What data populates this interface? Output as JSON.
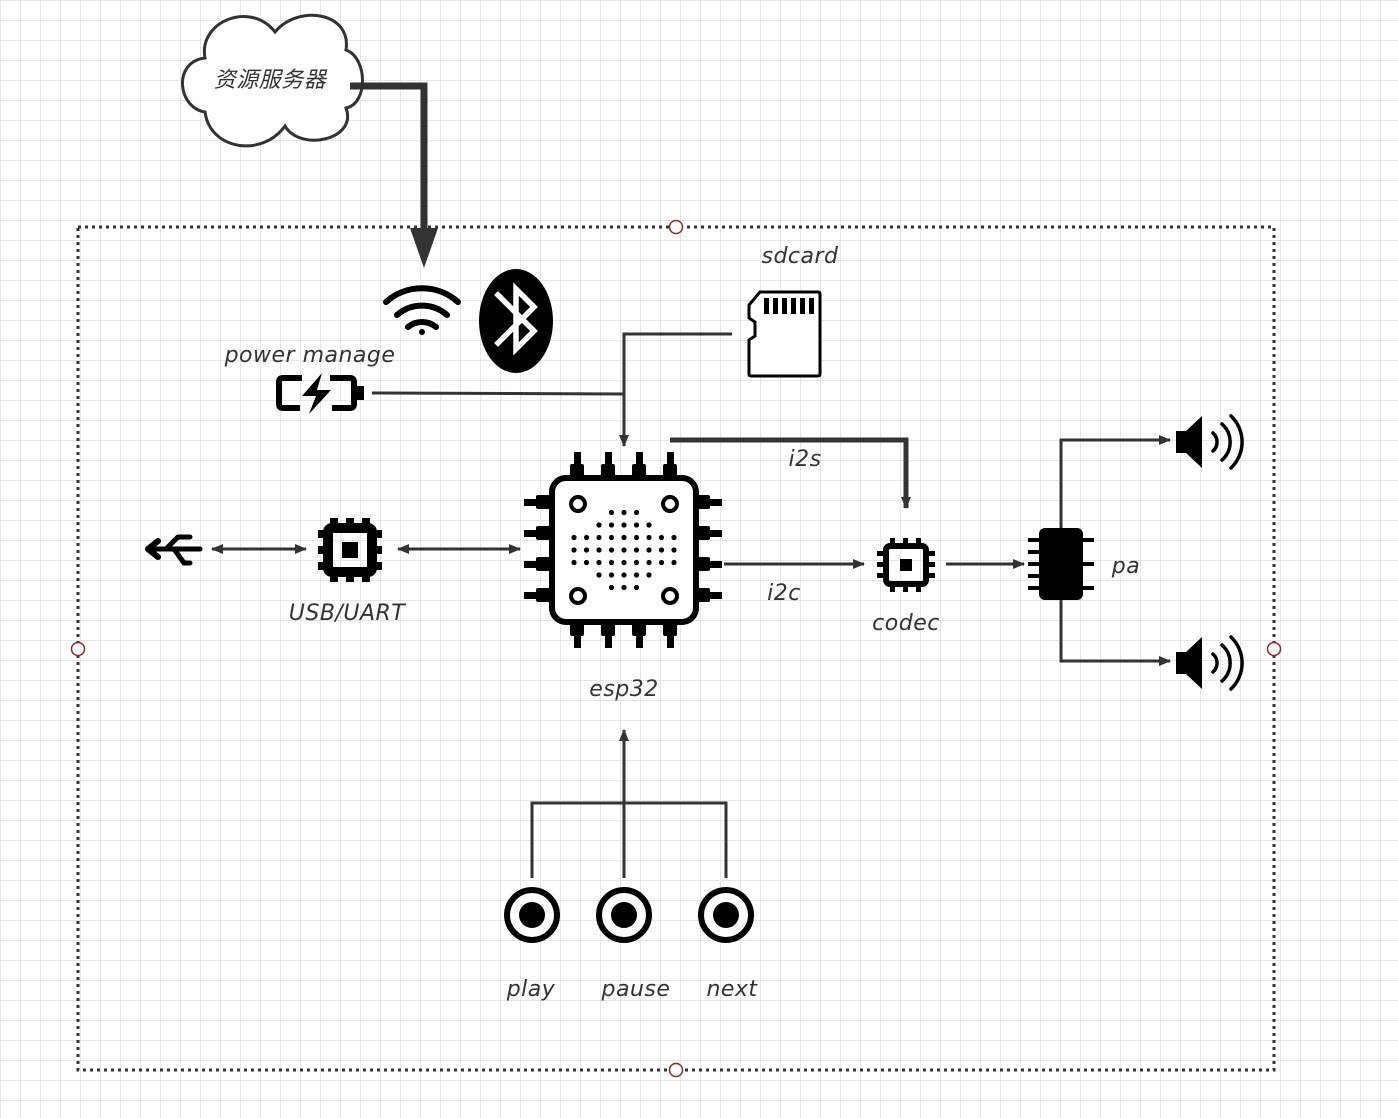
{
  "colors": {
    "ink": "#000000",
    "wire": "#333333",
    "handle": "#8b2b2b",
    "grid": "#e6e6e6"
  },
  "labels": {
    "cloud": "资源服务器",
    "sdcard": "sdcard",
    "power": "power manage",
    "usb_uart": "USB/UART",
    "esp32": "esp32",
    "i2s": "i2s",
    "i2c": "i2c",
    "codec": "codec",
    "pa": "pa",
    "play": "play",
    "pause": "pause",
    "next": "next"
  },
  "icons": {
    "wifi": "wifi-icon",
    "bluetooth": "bluetooth-icon",
    "battery": "battery-charging-icon",
    "sdcard": "sdcard-icon",
    "usb": "usb-icon",
    "usb_chip": "chip-icon",
    "esp32": "microcontroller-icon",
    "codec": "chip-icon",
    "pa": "ic-icon",
    "speaker": "speaker-icon",
    "button": "radio-button-icon"
  }
}
